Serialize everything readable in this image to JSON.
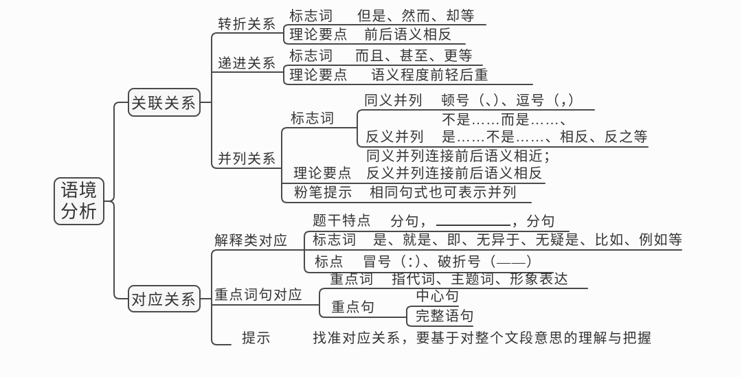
{
  "root": {
    "line1": "语境",
    "line2": "分析"
  },
  "guanlian": {
    "label": "关联关系",
    "zhuanzhe": {
      "title": "转折关系",
      "biaozhici": {
        "label": "标志词",
        "value": "但是、然而、却等"
      },
      "lilun": {
        "label": "理论要点",
        "value": "前后语义相反"
      }
    },
    "dijin": {
      "title": "递进关系",
      "biaozhici": {
        "label": "标志词",
        "value": "而且、甚至、更等"
      },
      "lilun": {
        "label": "理论要点",
        "value": "语义程度前轻后重"
      }
    },
    "binglie": {
      "title": "并列关系",
      "biaozhici": {
        "label": "标志词",
        "tongyi": {
          "label": "同义并列",
          "value": "顿号（、）、逗号（，）"
        },
        "fanyi": {
          "label": "反义并列",
          "line1": "不是……而是……、",
          "line2": "是……不是……、相反、反之等"
        }
      },
      "lilun": {
        "label": "理论要点",
        "line1": "同义并列连接前后语义相近；",
        "line2": "反义并列连接前后语义相反"
      },
      "fenbi": {
        "label": "粉笔提示",
        "value": "相同句式也可表示并列"
      }
    }
  },
  "duiying": {
    "label": "对应关系",
    "jieshi": {
      "title": "解释类对应",
      "tigan": {
        "label": "题干特点",
        "prefix": "分句，",
        "suffix": "，分句"
      },
      "biaozhici": {
        "label": "标志词",
        "value": "是、就是、即、无异于、无疑是、比如、例如等"
      },
      "biaodian": {
        "label": "标点",
        "value": "冒号（：）、破折号（——）"
      }
    },
    "zhongdian": {
      "title": "重点词句对应",
      "ci": {
        "label": "重点词",
        "value": "指代词、主题词、形象表达"
      },
      "ju": {
        "label": "重点句",
        "zhongxin": "中心句",
        "wanzheng": "完整语句"
      }
    },
    "tishi": {
      "label": "提示",
      "value": "找准对应关系，要基于对整个文段意思的理解与把握"
    }
  },
  "colors": {
    "line": "#4a4a4a",
    "text": "#333333",
    "box_fill": "#f7f7f7",
    "background": "#fcfcfc"
  }
}
